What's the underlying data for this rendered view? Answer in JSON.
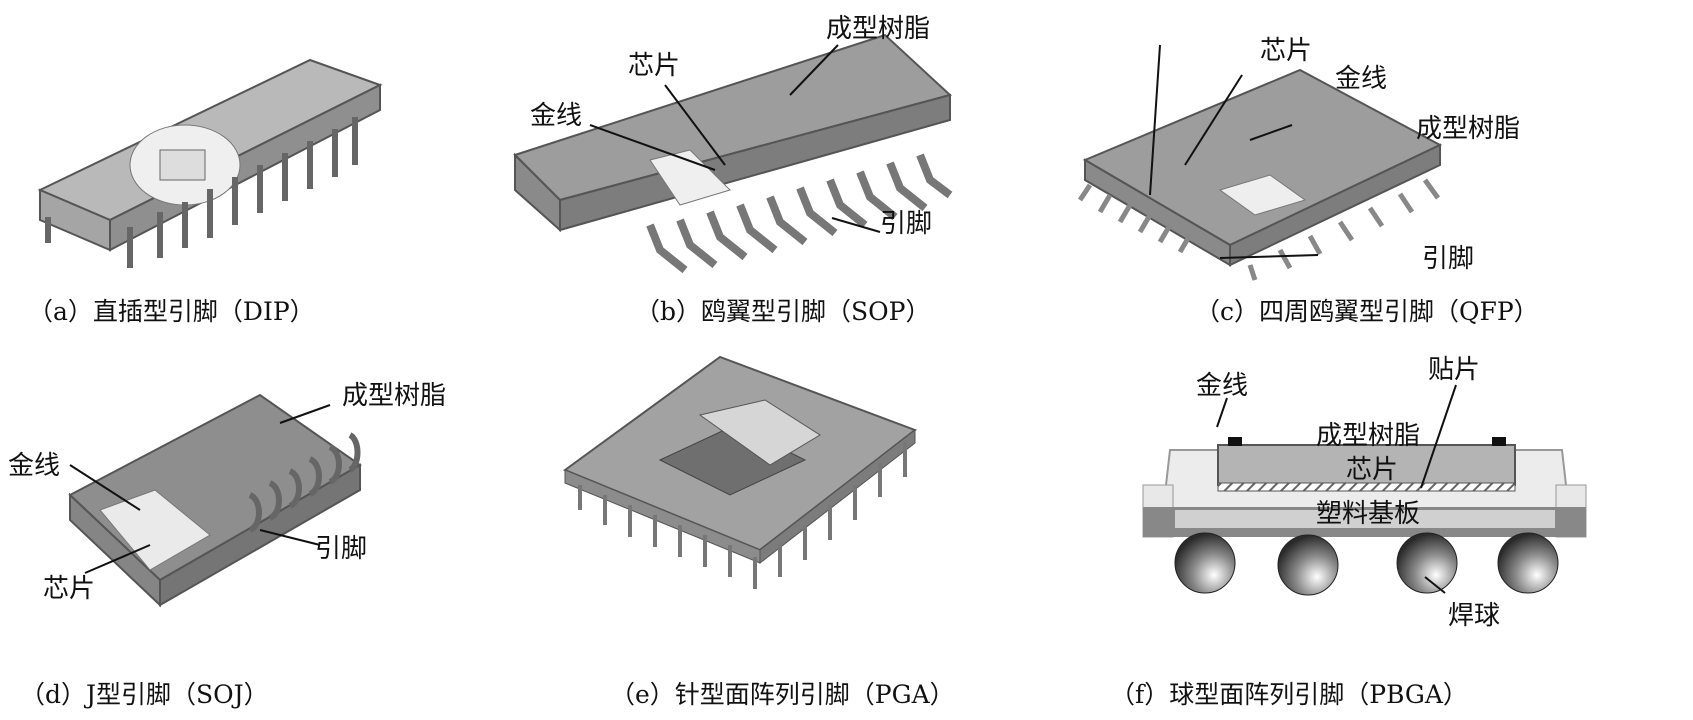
{
  "figure": {
    "panels": [
      {
        "id": "a",
        "caption": "（a）直插型引脚（DIP）",
        "labels": []
      },
      {
        "id": "b",
        "caption": "（b）鸥翼型引脚（SOP）",
        "labels": [
          "成型树脂",
          "芯片",
          "金线",
          "引脚"
        ]
      },
      {
        "id": "c",
        "caption": "（c）四周鸥翼型引脚（QFP）",
        "labels": [
          "芯片",
          "金线",
          "成型树脂",
          "引脚"
        ]
      },
      {
        "id": "d",
        "caption": "（d）J型引脚（SOJ）",
        "labels": [
          "成型树脂",
          "金线",
          "引脚",
          "芯片"
        ]
      },
      {
        "id": "e",
        "caption": "（e）针型面阵列引脚（PGA）",
        "labels": []
      },
      {
        "id": "f",
        "caption": "（f）球型面阵列引脚（PBGA）",
        "labels": [
          "金线",
          "贴片",
          "成型树脂",
          "芯片",
          "塑料基板",
          "焊球"
        ]
      }
    ]
  }
}
